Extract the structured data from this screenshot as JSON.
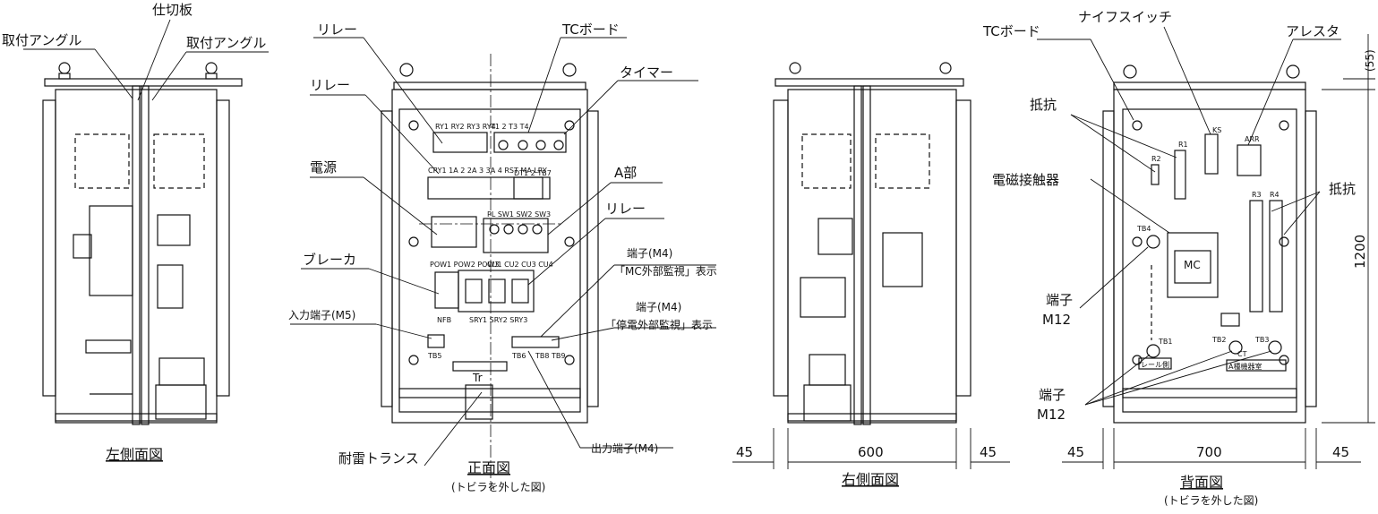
{
  "views": {
    "left_side": {
      "title": "左側面図",
      "labels": {
        "partition": "仕切板",
        "angle_left": "取付アングル",
        "angle_right": "取付アングル"
      }
    },
    "front": {
      "title": "正面図",
      "subtitle": "(トビラを外した図)",
      "labels": {
        "relay_top": "リレー",
        "relay_mid": "リレー",
        "tc_board": "TCボード",
        "timer": "タイマー",
        "power": "電源",
        "a_part": "A部",
        "relay_right": "リレー",
        "breaker": "ブレーカ",
        "input_terminal": "入力端子(M5)",
        "terminal_mc_1": "端子(M4)",
        "terminal_mc_2": "「MC外部監視」表示",
        "terminal_outage_1": "端子(M4)",
        "terminal_outage_2": "「停電外部監視」表示",
        "output_terminal": "出力端子(M4)",
        "transformer": "耐雷トランス"
      },
      "panel_text": {
        "ry_row": "RY1 RY2 RY3 RY4",
        "t_row": "T1    2    T3   T4",
        "cry_row": "CRY1 1A 2 2A 3 3A 4 RST MA LRY",
        "dt_row": "DT1 2 TB7",
        "pl_row": "PL SW1 SW2 SW3",
        "pow_row": "POW1 POW2 POW3",
        "cu_row": "CU1 CU2 CU3 CU4",
        "nfb": "NFB",
        "sry_row": "SRY1 SRY2 SRY3",
        "tb5": "TB5",
        "tb6": "TB6",
        "tb89": "TB8 TB9",
        "tr": "Tr"
      }
    },
    "right_side": {
      "title": "右側面図",
      "dim_left": "45",
      "dim_width": "600",
      "dim_right": "45"
    },
    "back": {
      "title": "背面図",
      "subtitle": "(トビラを外した図)",
      "labels": {
        "tc_board": "TCボード",
        "knife_switch": "ナイフスイッチ",
        "arrester": "アレスタ",
        "resistor_left": "抵抗",
        "resistor_right": "抵抗",
        "contactor": "電磁接触器",
        "terminal_top_1": "端子",
        "terminal_top_2": "M12",
        "terminal_bottom_1": "端子",
        "terminal_bottom_2": "M12"
      },
      "panel_text": {
        "r1": "R1",
        "r2": "R2",
        "r3": "R3",
        "r4": "R4",
        "ks": "KS",
        "arr": "ARR",
        "tb4": "TB4",
        "mc": "MC",
        "tb1": "TB1",
        "tb2": "TB2",
        "tb3": "TB3",
        "ct": "CT",
        "rail_side": "レール側",
        "a_room": "A種機器室"
      },
      "dim_left": "45",
      "dim_width": "700",
      "dim_right": "45",
      "dim_height": "1200",
      "dim_top": "(55)"
    }
  }
}
